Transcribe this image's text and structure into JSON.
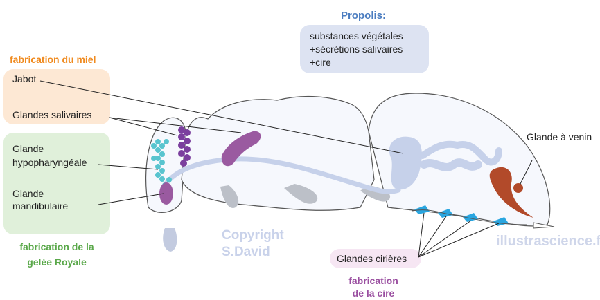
{
  "propolis": {
    "title": "Propolis:",
    "lines": [
      "substances végétales",
      "+sécrétions salivaires",
      "+cire"
    ]
  },
  "honey": {
    "title": "fabrication du miel",
    "jabot": "Jabot",
    "salivary": "Glandes salivaires"
  },
  "royal_jelly": {
    "hypo_line1": "Glande",
    "hypo_line2": "hypopharyngéale",
    "mand_line1": "Glande",
    "mand_line2": "mandibulaire",
    "title_line1": "fabrication de la",
    "title_line2": "gelée Royale"
  },
  "venom": {
    "label": "Glande à venin"
  },
  "wax": {
    "glands": "Glandes cirières",
    "title_line1": "fabrication",
    "title_line2": "de la cire"
  },
  "watermark": {
    "line1": "Copyright",
    "line2": "S.David",
    "site": "illustrascience.fr"
  },
  "colors": {
    "orange": "#f08a1e",
    "green": "#5aa84a",
    "blue": "#4a7cc0",
    "purple": "#9a4fa0",
    "orange_box": "#fde8d4",
    "green_box": "#e0f0da",
    "blue_box": "#dde3f2",
    "purple_box": "#f6e6f3"
  }
}
